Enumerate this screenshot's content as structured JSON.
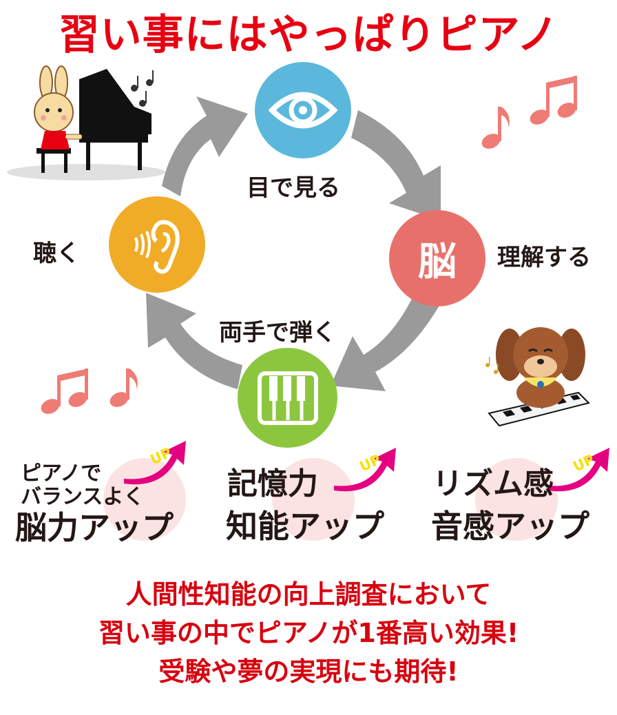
{
  "title": "習い事にはやっぱりピアノ",
  "cycle": {
    "see": "目で見る",
    "understand": "理解する",
    "brain_symbol": "脳",
    "play": "両手で弾く",
    "listen": "聴く"
  },
  "benefits": [
    {
      "lines": [
        "ピアノで",
        "バランスよく",
        "脳力アップ"
      ],
      "badge": "UP"
    },
    {
      "lines": [
        "記憶力",
        "知能アップ"
      ],
      "badge": "UP"
    },
    {
      "lines": [
        "リズム感",
        "音感アップ"
      ],
      "badge": "UP"
    }
  ],
  "bottom": [
    "人間性知能の向上調査において",
    "習い事の中でピアノが1番高い効果!",
    "受験や夢の実現にも期待!"
  ],
  "colors": {
    "title_red": "#e60012",
    "eye_blue": "#5bb8dc",
    "brain_red": "#e8706a",
    "piano_green": "#8cc63f",
    "ear_orange": "#f0ac27",
    "arrow_gray": "#9a9a9a",
    "note_pink": "#ee7b74"
  },
  "icons": [
    "eye-icon",
    "piano-keys-icon",
    "ear-icon",
    "music-note-icon",
    "rabbit-pianist-illustration",
    "puppy-piano-illustration"
  ]
}
